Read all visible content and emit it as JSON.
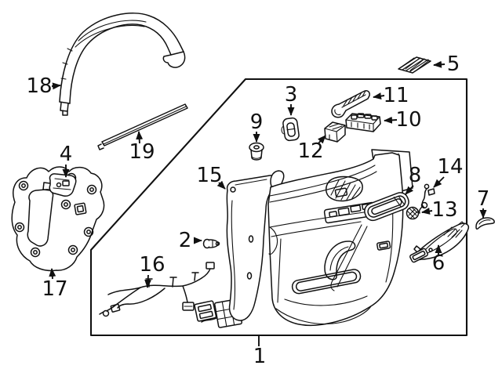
{
  "diagram": {
    "kind": "parts-diagram",
    "colors": {
      "background": "#ffffff",
      "line": "#111111"
    },
    "callouts": {
      "c1": {
        "label": "1"
      },
      "c2": {
        "label": "2"
      },
      "c3": {
        "label": "3"
      },
      "c4": {
        "label": "4"
      },
      "c5": {
        "label": "5"
      },
      "c6": {
        "label": "6"
      },
      "c7": {
        "label": "7"
      },
      "c8": {
        "label": "8"
      },
      "c9": {
        "label": "9"
      },
      "c10": {
        "label": "10"
      },
      "c11": {
        "label": "11"
      },
      "c12": {
        "label": "12"
      },
      "c13": {
        "label": "13"
      },
      "c14": {
        "label": "14"
      },
      "c15": {
        "label": "15"
      },
      "c16": {
        "label": "16"
      },
      "c17": {
        "label": "17"
      },
      "c18": {
        "label": "18"
      },
      "c19": {
        "label": "19"
      }
    }
  }
}
